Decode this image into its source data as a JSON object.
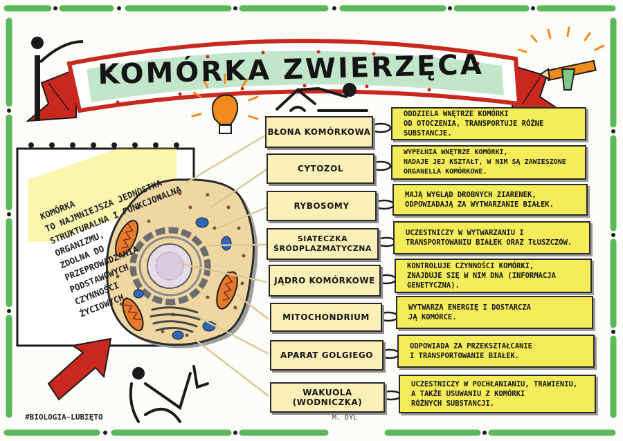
{
  "title": "KOMÓRKA ZWIERZĘCA",
  "definition": "KOMÓRKA\nTO NAJMNIEJSZA JEDNOSTKA\nSTRUKTURALNA I FUNKCJONALNA\nORGANIZMU,\nZDOLNA DO\nPRZEPROWADZANIA\nPODSTAWOWYCH\nCZYNNOŚCI\nŻYCIOWYCH.",
  "organelles": [
    {
      "label": "BŁONA KOMÓRKOWA",
      "description": "ODDZIELA WNĘTRZE KOMÓRKI\nOD OTOCZENIA, TRANSPORTUJE RÓŻNE\nSUBSTANCJE."
    },
    {
      "label": "CYTOZOL",
      "description": "WYPEŁNIA WNĘTRZE KOMÓRKI,\nNADAJE JEJ KSZTAŁT, W NIM SĄ ZAWIESZONE\nORGANELLA KOMÓRKOWE."
    },
    {
      "label": "RYBOSOMY",
      "description": "MAJĄ WYGLĄD DROBNYCH ZIARENEK,\nODPOWIADAJĄ ZA WYTWARZANIE BIAŁEK."
    },
    {
      "label": "SIATECZKA ŚRÓDPLAZMATYCZNA",
      "description": "UCZESTNICZY W WYTWARZANIU I\nTRANSPORTOWANIU BIAŁEK ORAZ TŁUSZCZÓW."
    },
    {
      "label": "JĄDRO KOMÓRKOWE",
      "description": "KONTROLUJE CZYNNOŚCI KOMÓRKI,\nZNAJDUJE SIĘ W NIM DNA (INFORMACJA\nGENETYCZNA)."
    },
    {
      "label": "MITOCHONDRIUM",
      "description": "WYTWARZA ENERGIĘ I DOSTARCZA\nJĄ KOMÓRCE."
    },
    {
      "label": "APARAT GOLGIEGO",
      "description": "ODPOWIADA ZA PRZEKSZTAŁCANIE\nI TRANSPORTOWANIE BIAŁEK."
    },
    {
      "label": "WAKUOLA (WODNICZKA)",
      "description": "UCZESTNICZY W POCHŁANIANIU, TRAWIENIU,\nA TAKŻE USUWANIU Z KOMÓRKI\nRÓŻNYCH SUBSTANCJI."
    }
  ],
  "footer": {
    "hashtag": "#BIOLOGIA-LUBIĘTO",
    "author": "M. DYL"
  },
  "colors": {
    "frame_green": "#5cb85c",
    "ribbon_red": "#c8281e",
    "banner_mint": "#a8dcb4",
    "label_fill": "#fbf0b8",
    "desc_fill": "#f4ec58",
    "cell_fill": "#efd7a4",
    "accent_orange": "#f08a1c"
  }
}
